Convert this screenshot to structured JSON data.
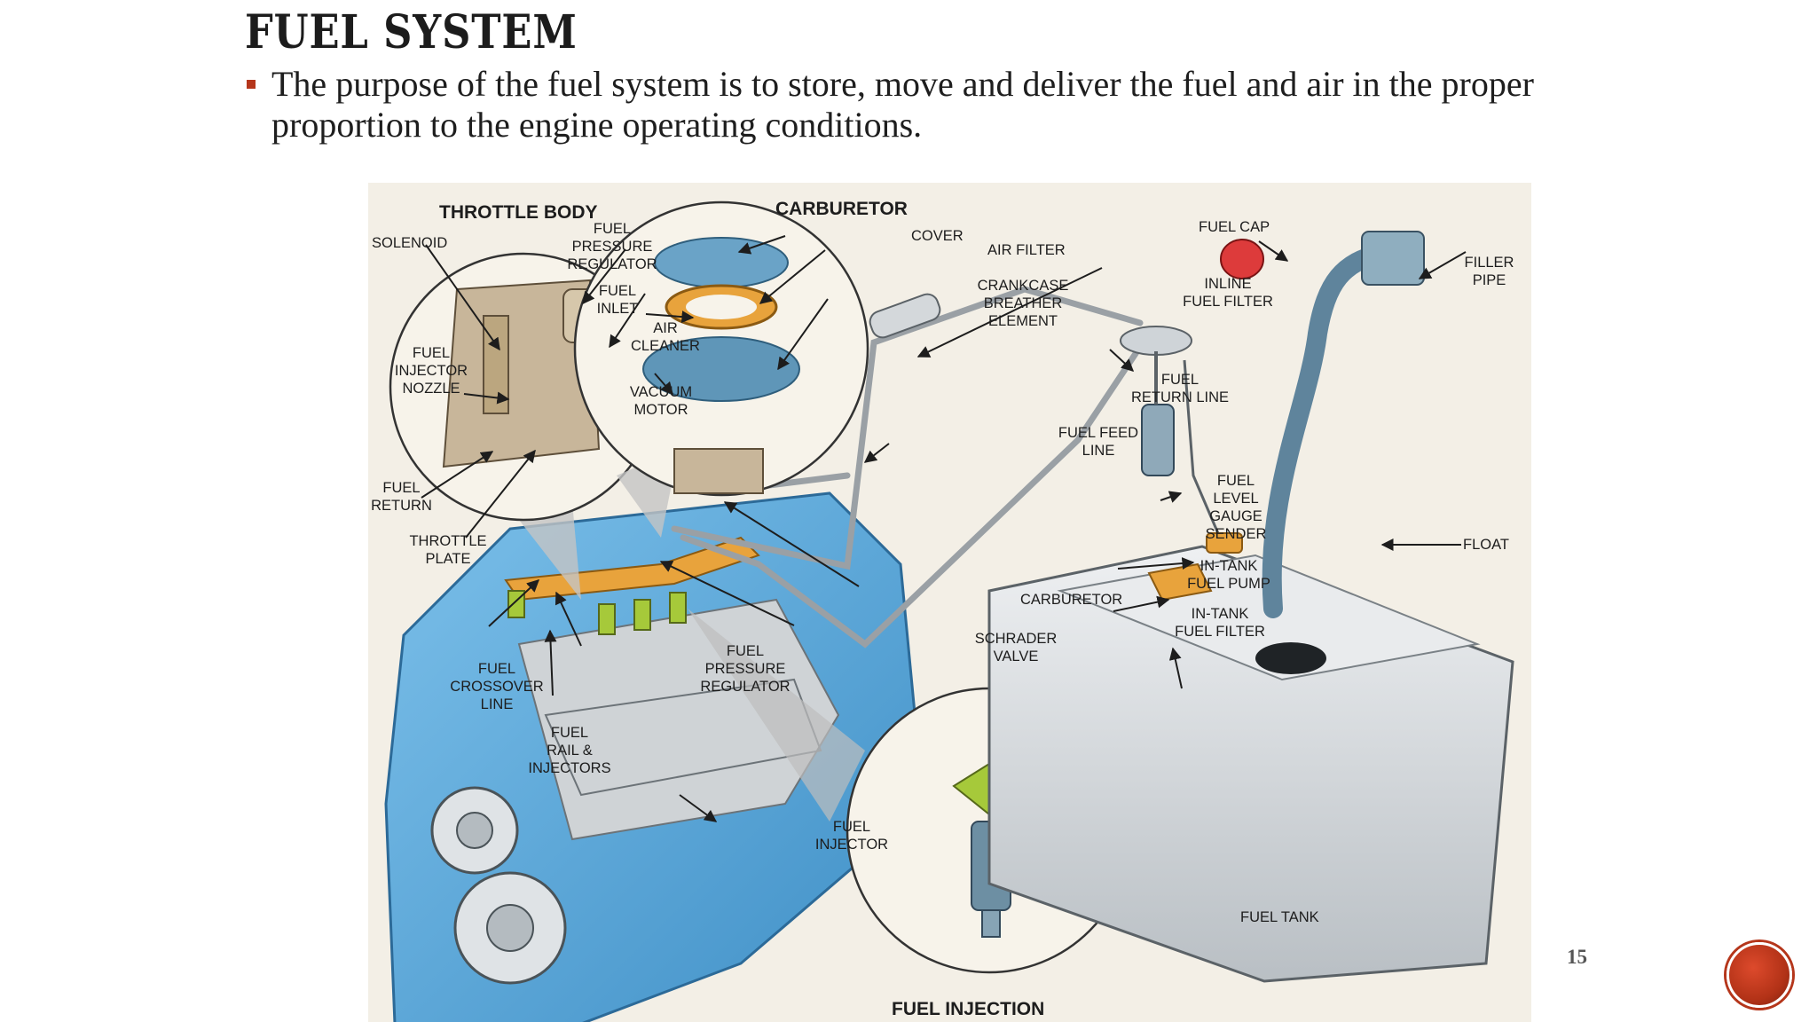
{
  "slide": {
    "title": "FUEL SYSTEM",
    "bullet": "The purpose of the fuel system is to store, move and deliver the fuel and air in the proper proportion to the engine operating conditions.",
    "page_number": "15"
  },
  "diagram": {
    "headers": {
      "throttle_body": "THROTTLE BODY",
      "carburetor": "CARBURETOR",
      "fuel_injection": "FUEL INJECTION"
    },
    "labels": {
      "solenoid": "SOLENOID",
      "tb_fuel_pressure_regulator": "FUEL\nPRESSURE\nREGULATOR",
      "fuel_inlet": "FUEL\nINLET",
      "fuel_injector_nozzle": "FUEL\nINJECTOR\nNOZZLE",
      "fuel_return": "FUEL\nRETURN",
      "throttle_plate": "THROTTLE\nPLATE",
      "cover": "COVER",
      "air_cleaner": "AIR\nCLEANER",
      "vacuum_motor": "VACUUM\nMOTOR",
      "air_filter": "AIR FILTER",
      "crankcase_breather": "CRANKCASE\nBREATHER\nELEMENT",
      "fuel_cap": "FUEL CAP",
      "inline_fuel_filter": "INLINE\nFUEL FILTER",
      "filler_pipe": "FILLER\nPIPE",
      "fuel_return_line": "FUEL\nRETURN LINE",
      "fuel_feed_line": "FUEL FEED\nLINE",
      "fuel_level_gauge_sender": "FUEL\nLEVEL\nGAUGE\nSENDER",
      "float": "FLOAT",
      "in_tank_fuel_pump": "IN-TANK\nFUEL PUMP",
      "in_tank_fuel_filter": "IN-TANK\nFUEL FILTER",
      "carburetor_label": "CARBURETOR",
      "schrader_valve": "SCHRADER\nVALVE",
      "fuel_crossover_line": "FUEL\nCROSSOVER\nLINE",
      "rail_fuel_pressure_regulator": "FUEL\nPRESSURE\nREGULATOR",
      "fuel_rail_injectors": "FUEL\nRAIL &\nINJECTORS",
      "fuel_injector": "FUEL\nINJECTOR",
      "fuel_tank": "FUEL TANK"
    }
  },
  "colors": {
    "accent": "#b5361b",
    "engine_blue": "#5aa9dc",
    "fuel_rail_orange": "#e8a33c",
    "injector_green": "#a6c93a",
    "tank_silver": "#d9dde0"
  }
}
